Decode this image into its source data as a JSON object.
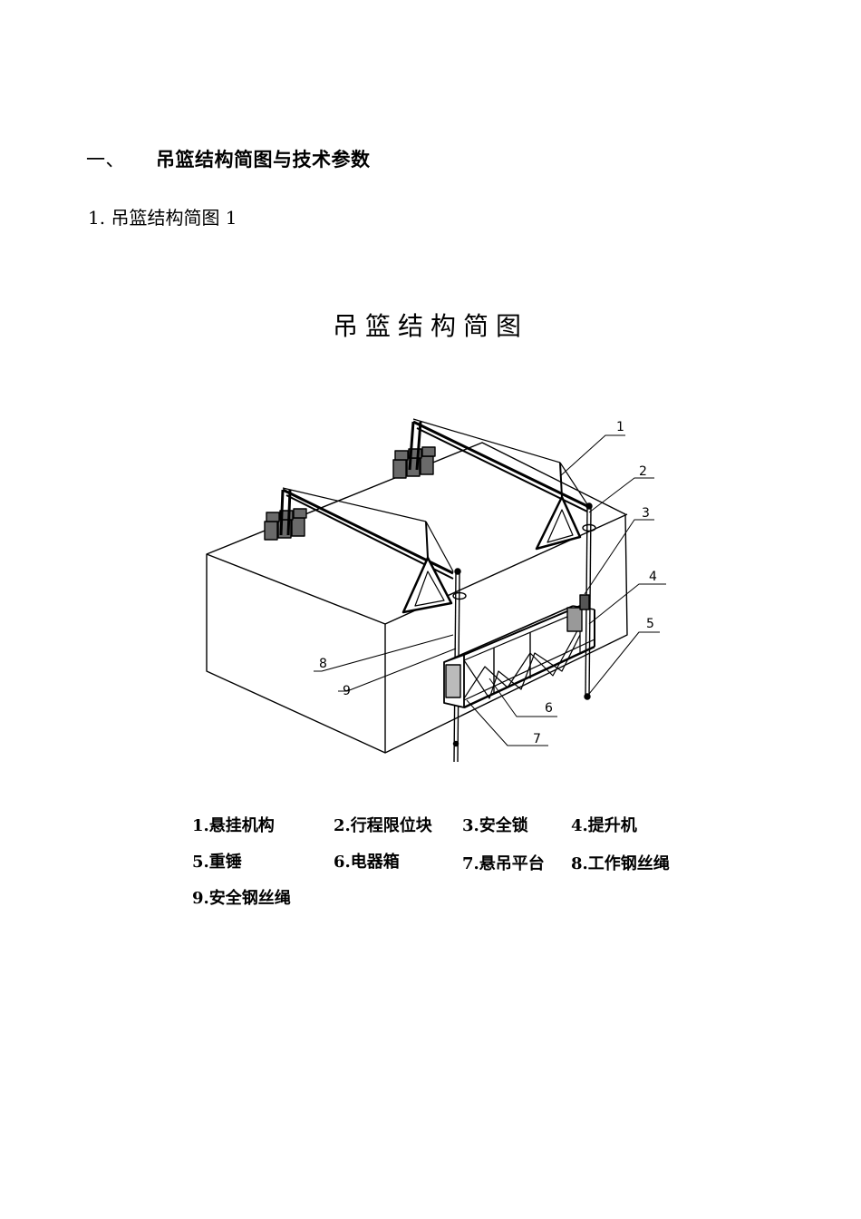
{
  "section": {
    "number": "一、",
    "title": "吊篮结构简图与技术参数"
  },
  "subsection": {
    "title": "1. 吊篮结构简图 1"
  },
  "figure": {
    "title": "吊篮结构简图",
    "callouts": [
      "1",
      "2",
      "3",
      "4",
      "5",
      "6",
      "7",
      "8",
      "9"
    ],
    "legend": [
      "1.悬挂机构",
      "2.行程限位块",
      "3.安全锁",
      "4.提升机",
      "5.重锤",
      "6.电器箱",
      "7.悬吊平台",
      "8.工作钢丝绳",
      "9.安全钢丝绳"
    ]
  }
}
